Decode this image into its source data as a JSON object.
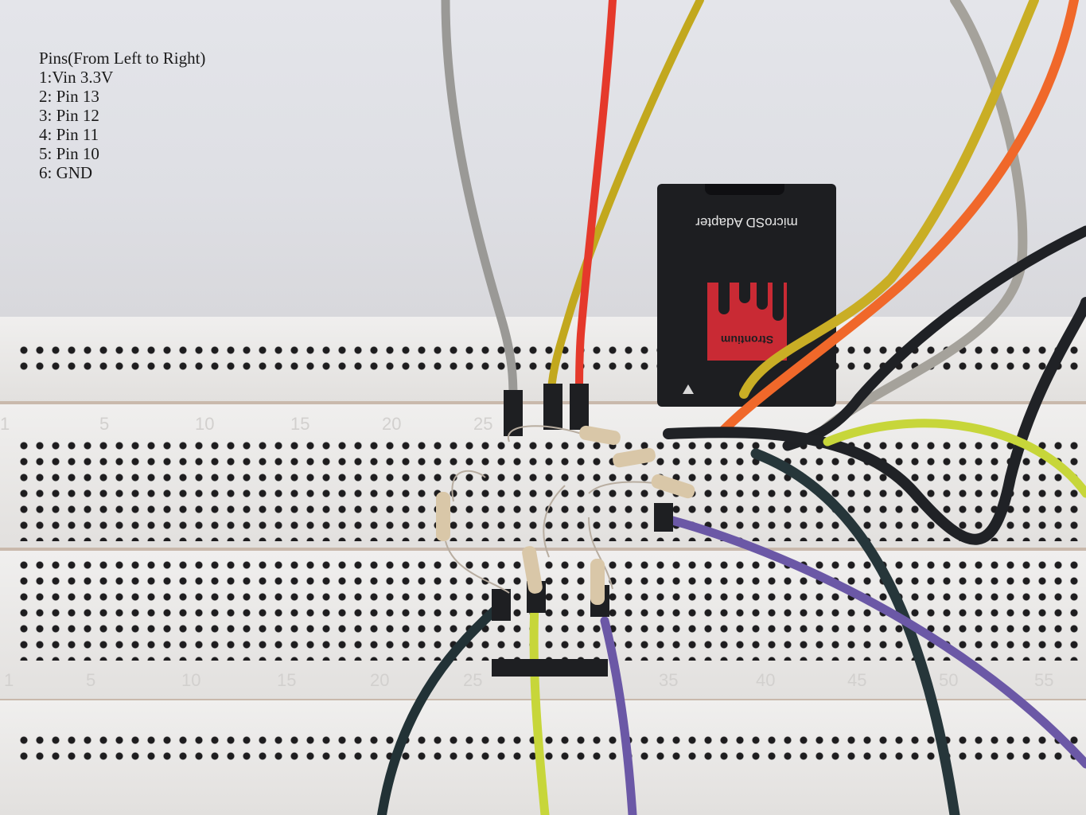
{
  "overlay": {
    "title": "Pins(From Left to Right)",
    "pins": [
      {
        "label": "1:Vin 3.3V"
      },
      {
        "label": "2: Pin 13"
      },
      {
        "label": "3: Pin 12"
      },
      {
        "label": "4: Pin 11"
      },
      {
        "label": "5: Pin 10"
      },
      {
        "label": "6: GND"
      }
    ]
  },
  "sd_adapter": {
    "label": "microSD Adapter",
    "brand": "Strontium",
    "body_color": "#1d1e21",
    "brand_color": "#c92a34"
  },
  "breadboard": {
    "top_row_numbers": [
      "1",
      "5",
      "10",
      "15",
      "20",
      "25"
    ],
    "bottom_row_numbers": [
      "1",
      "5",
      "10",
      "15",
      "20",
      "25",
      "35",
      "40",
      "45",
      "50",
      "55"
    ],
    "color": "#ecebea"
  },
  "wires": [
    {
      "name": "gray",
      "color": "#9a9996"
    },
    {
      "name": "yellow",
      "color": "#c2a81e"
    },
    {
      "name": "red",
      "color": "#e5392b"
    },
    {
      "name": "orange",
      "color": "#f0682a"
    },
    {
      "name": "black",
      "color": "#1f2125"
    },
    {
      "name": "lime",
      "color": "#c7d63a"
    },
    {
      "name": "purple",
      "color": "#6b58a6"
    },
    {
      "name": "dark-teal",
      "color": "#223236"
    }
  ]
}
